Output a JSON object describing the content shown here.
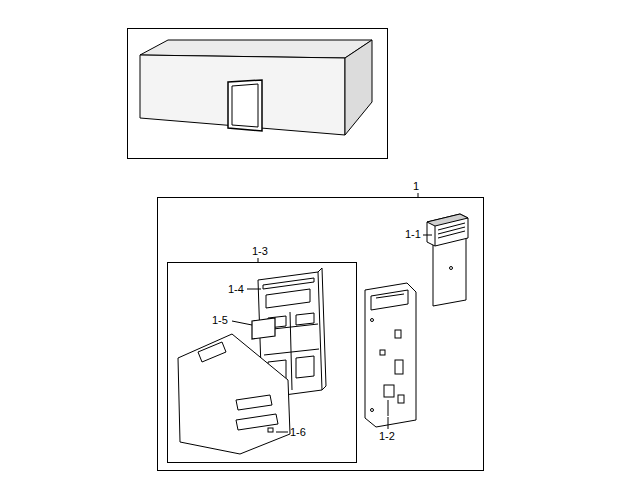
{
  "diagram": {
    "nodes": [
      {
        "text": [
          "1"
        ]
      },
      {
        "text": [
          "1-3"
        ],
        "in": 0
      }
    ],
    "labels": [
      "1-1",
      "1-2",
      "1-4",
      "1-5",
      "1-6"
    ]
  }
}
